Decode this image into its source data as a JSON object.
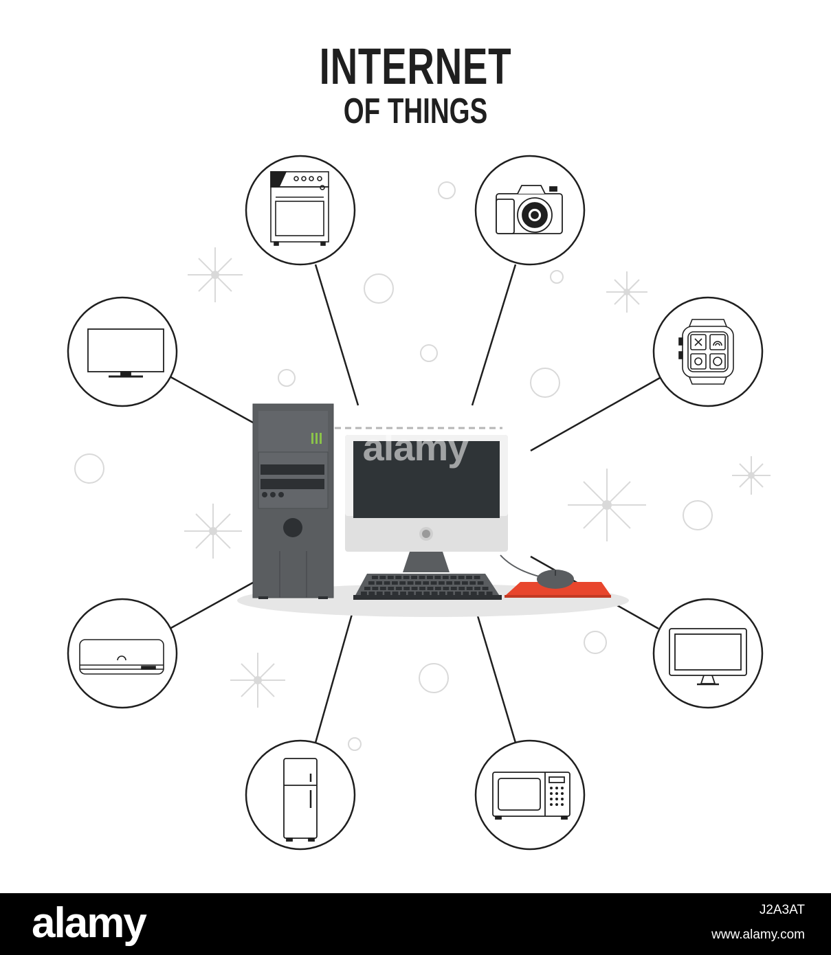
{
  "title": {
    "line1": "INTERNET",
    "line2": "OF THINGS"
  },
  "watermark": "alamy",
  "footer": {
    "logo": "alamy",
    "image_id": "J2A3AT",
    "url": "www.alamy.com"
  },
  "colors": {
    "background": "#ffffff",
    "outline": "#1f1f1f",
    "tower": "#5a5d60",
    "monitor_screen": "#2f3437",
    "mouse_pad": "#e8462d",
    "decoration": "#d9d9d9",
    "footer": "#000000"
  },
  "nodes": [
    {
      "name": "stove",
      "icon": "stove-icon"
    },
    {
      "name": "camera",
      "icon": "camera-icon"
    },
    {
      "name": "television",
      "icon": "tv-icon"
    },
    {
      "name": "smartwatch",
      "icon": "smartwatch-icon"
    },
    {
      "name": "air-conditioner",
      "icon": "air-conditioner-icon"
    },
    {
      "name": "monitor",
      "icon": "monitor-icon"
    },
    {
      "name": "refrigerator",
      "icon": "fridge-icon"
    },
    {
      "name": "microwave",
      "icon": "microwave-icon"
    }
  ],
  "center": {
    "name": "desktop-computer",
    "icon": "desktop-computer-icon"
  }
}
